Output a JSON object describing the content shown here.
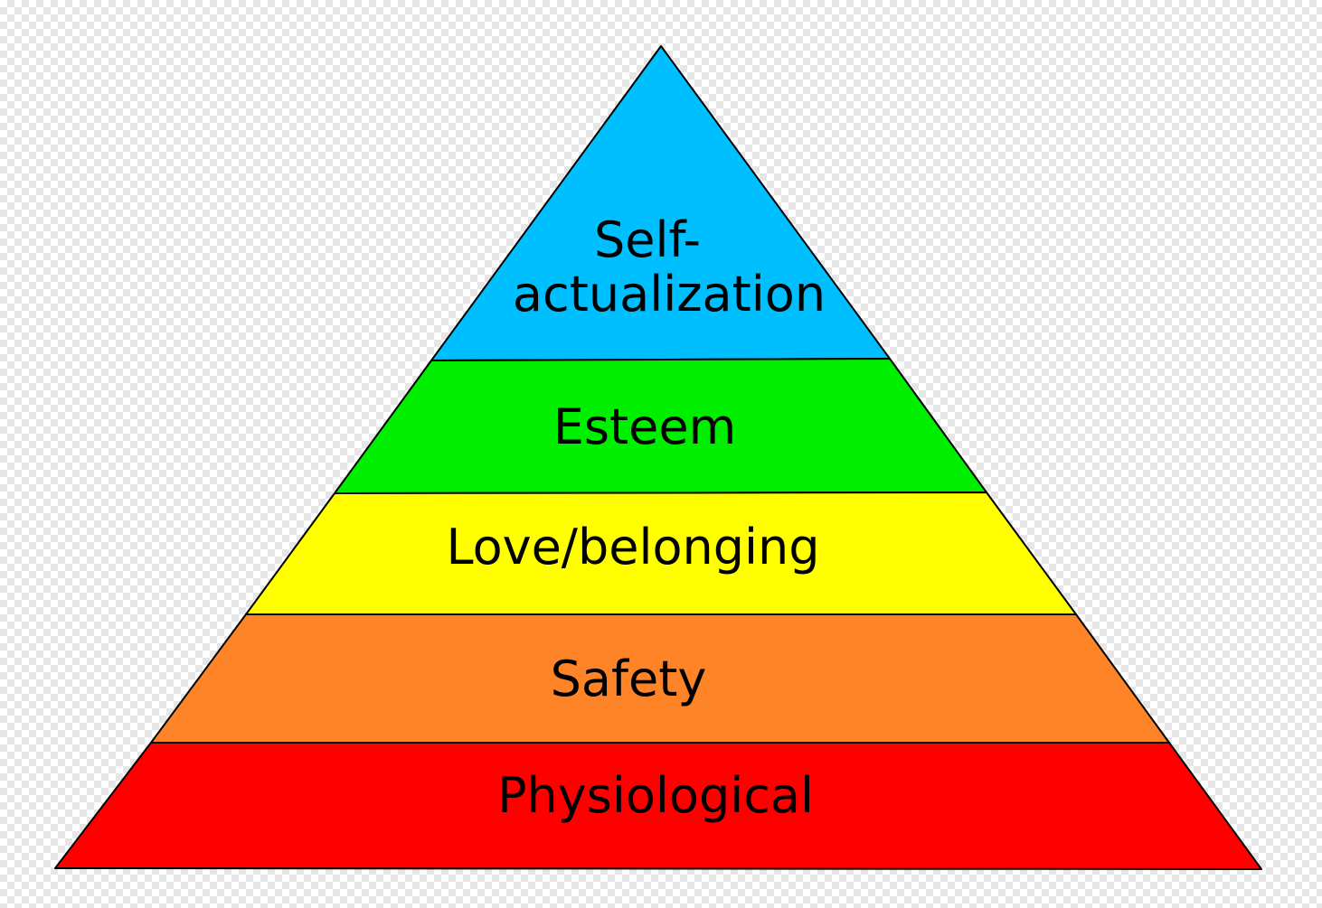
{
  "pyramid": {
    "tiers": [
      {
        "id": "self-actualization",
        "lines": [
          "Self-",
          "actualization"
        ],
        "color": "#00BFFF"
      },
      {
        "id": "esteem",
        "lines": [
          "Esteem"
        ],
        "color": "#00EE00"
      },
      {
        "id": "love-belonging",
        "lines": [
          "Love/belonging"
        ],
        "color": "#FFFF00"
      },
      {
        "id": "safety",
        "lines": [
          "Safety"
        ],
        "color": "#FF8427"
      },
      {
        "id": "physiological",
        "lines": [
          "Physiological"
        ],
        "color": "#FF0000"
      }
    ]
  }
}
